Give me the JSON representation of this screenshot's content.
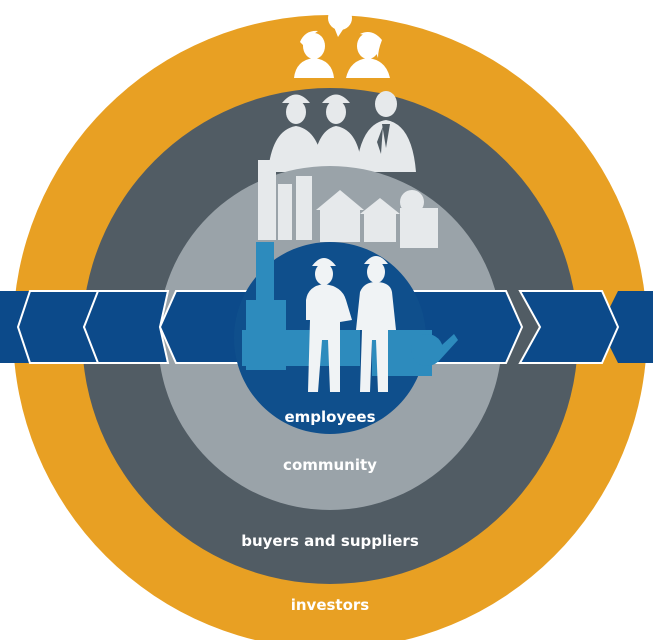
{
  "rings": {
    "employees": "employees",
    "community": "community",
    "buyers_suppliers": "buyers and suppliers",
    "investors": "investors"
  },
  "colors": {
    "investors_ring": "#e8a023",
    "buyers_ring": "#515c64",
    "community_ring": "#9aa3a9",
    "employees_core": "#0f4f8c",
    "band": "#0c4a8a",
    "silhouette_light": "#e6e9eb",
    "silhouette_core": "#2d8bbd"
  },
  "icons": [
    "people-talking-icon",
    "workers-and-manager-icon",
    "town-buildings-icon",
    "machinery-icon",
    "two-workers-icon",
    "left-arrow-icon",
    "right-arrow-icon"
  ]
}
